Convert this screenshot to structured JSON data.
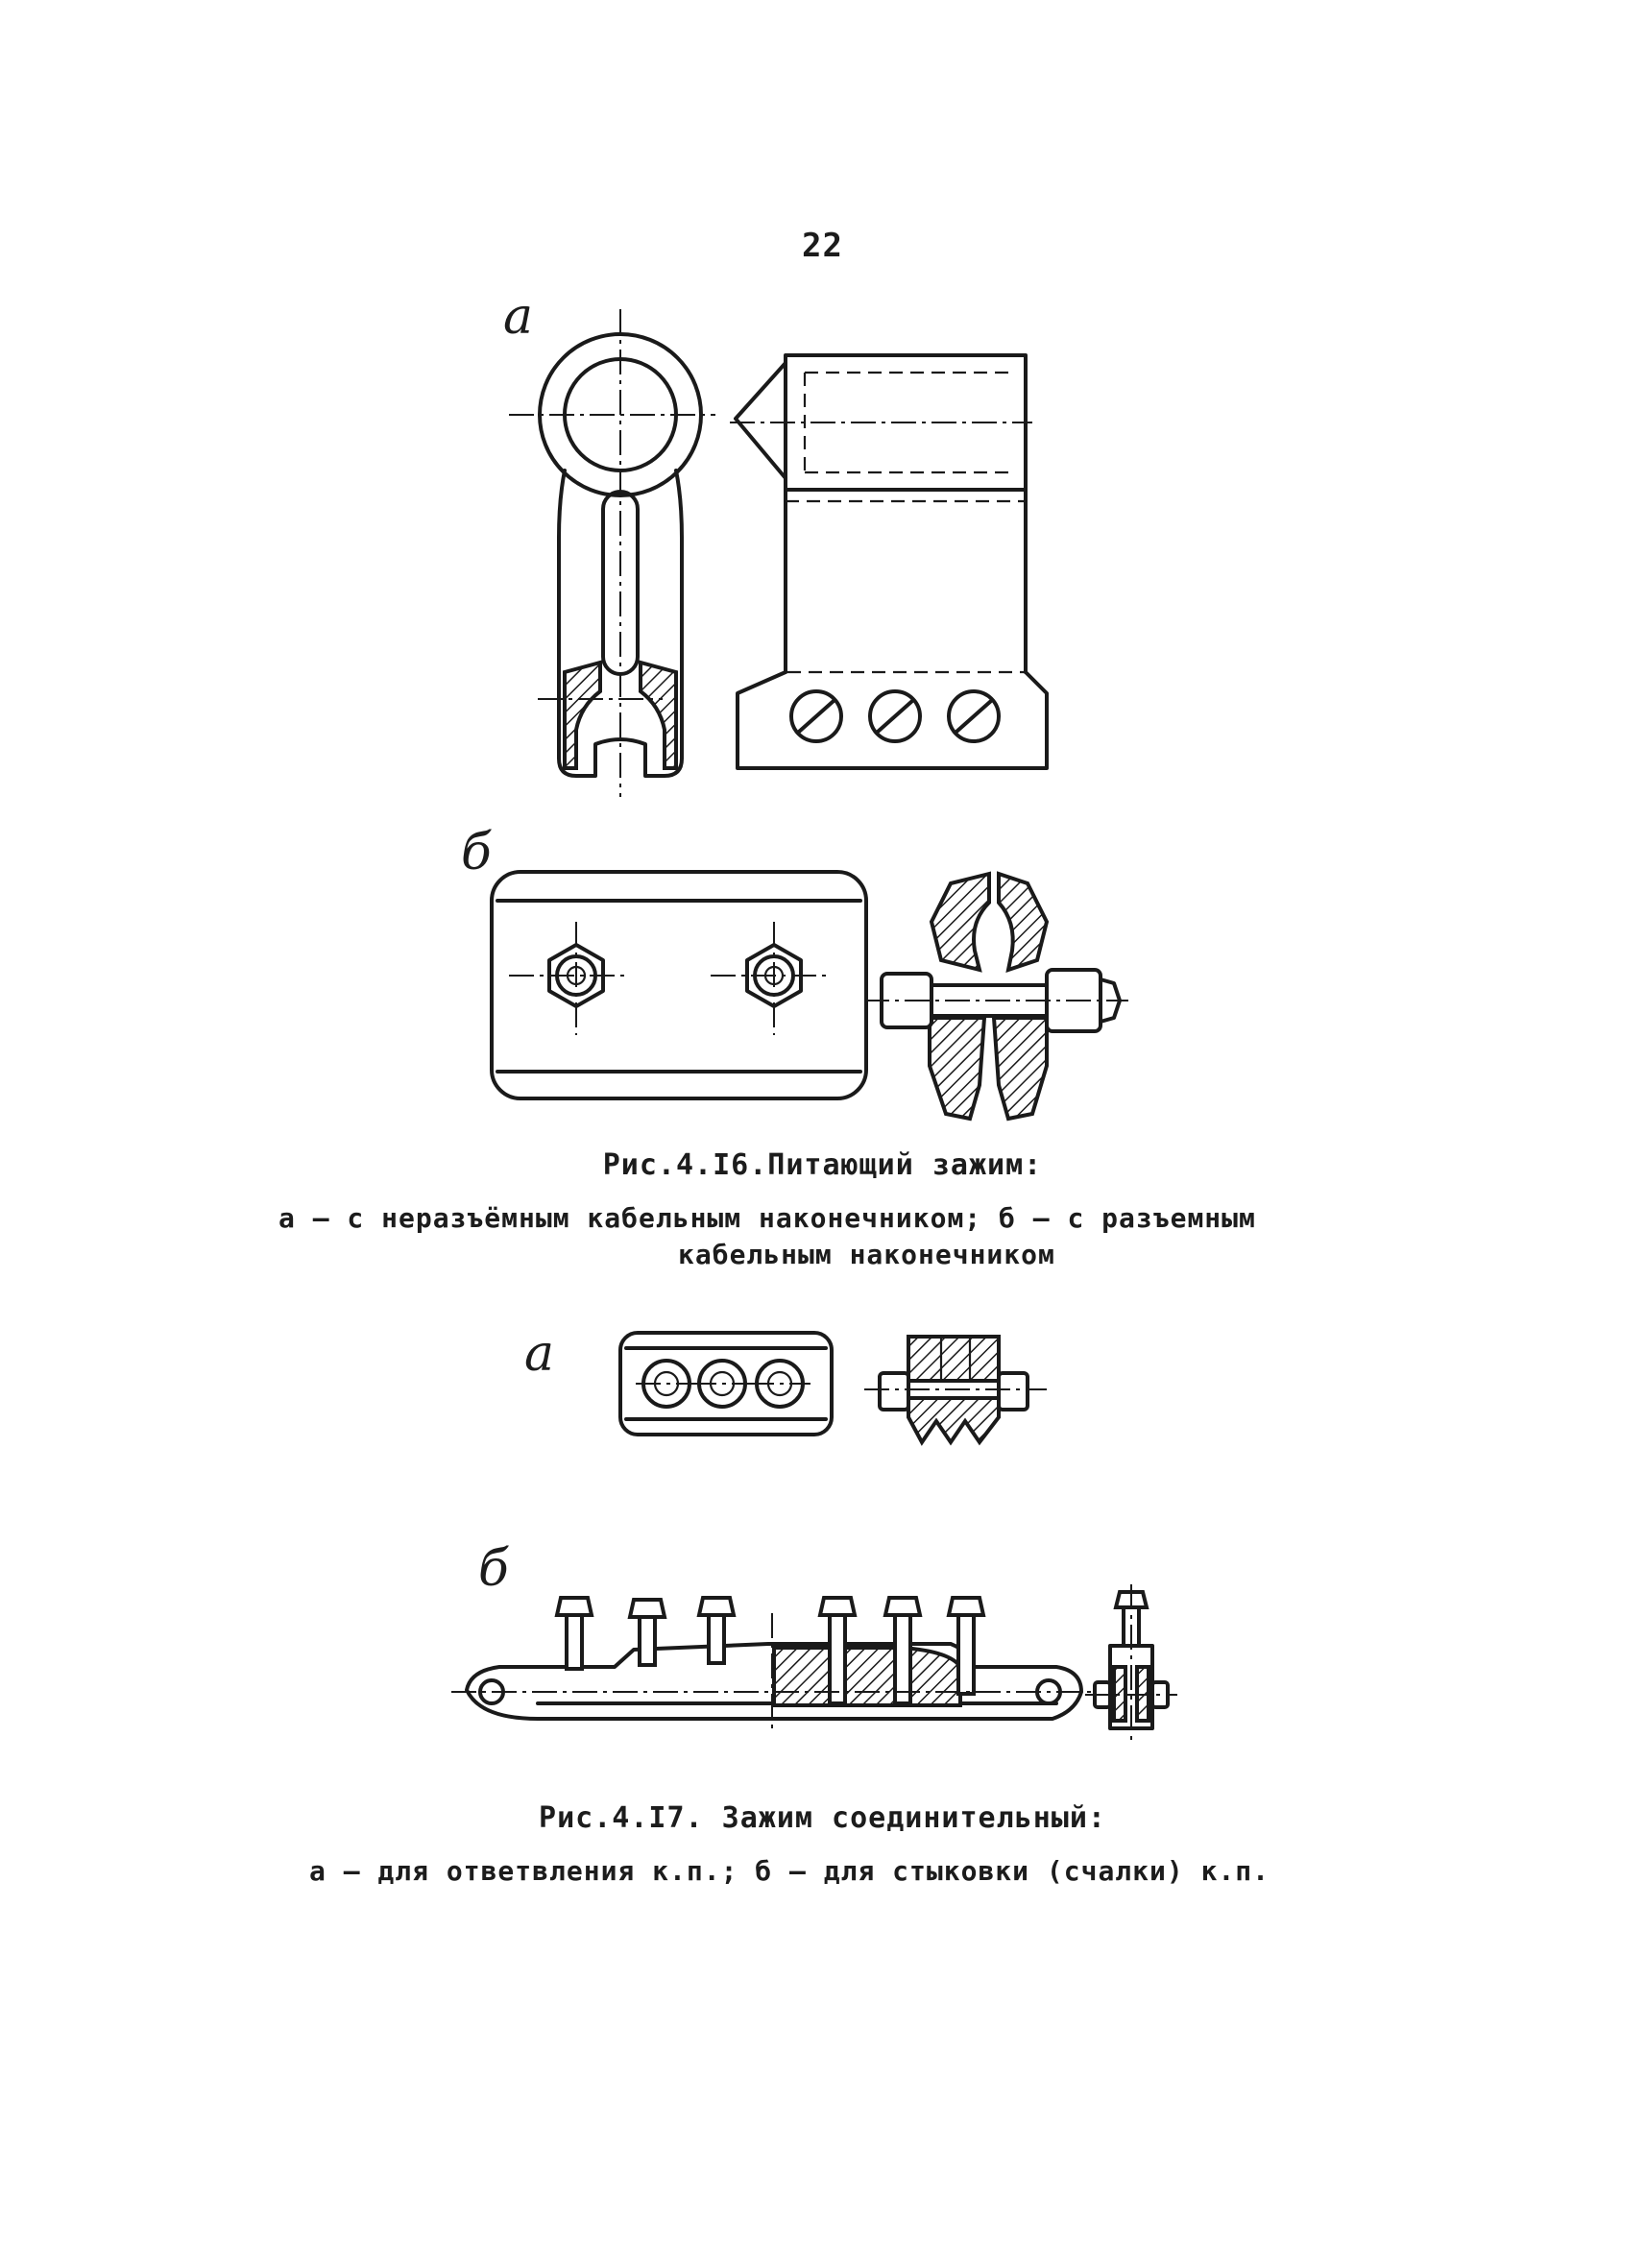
{
  "page_number": "22",
  "figure_16": {
    "label_a": "а",
    "label_b": "б",
    "caption_title": "Рис.4.I6.Питающий зажим:",
    "caption_line1": "а – с неразъёмным кабельным наконечником; б – с разъемным",
    "caption_line2": "кабельным наконечником"
  },
  "figure_17": {
    "label_a": "а",
    "label_b": "б",
    "caption_title": "Рис.4.I7. Зажим соединительный:",
    "caption_line1": "а – для ответвления к.п.; б – для стыковки (счалки) к.п."
  }
}
